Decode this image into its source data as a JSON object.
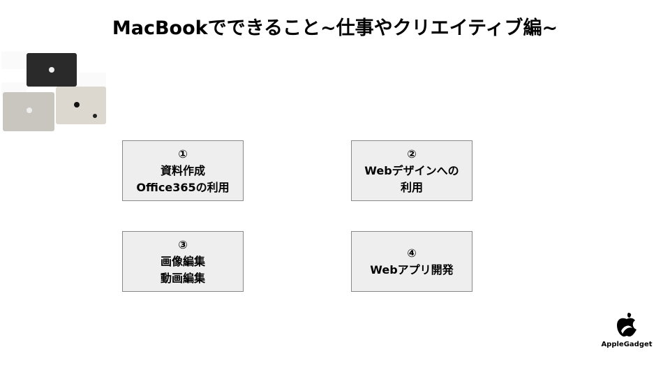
{
  "slide": {
    "title": "MacBookでできること~仕事やクリエイティブ編~"
  },
  "boxes": [
    {
      "lines": [
        "①",
        "資料作成",
        "Office365の利用"
      ]
    },
    {
      "lines": [
        "②",
        "Webデザインへの",
        "利用"
      ]
    },
    {
      "lines": [
        "③",
        "画像編集",
        "動画編集"
      ]
    },
    {
      "lines": [
        "④",
        "Webアプリ開発"
      ]
    }
  ],
  "logo": {
    "text": "AppleGadget"
  },
  "colors": {
    "box_fill": "#eeeeee",
    "box_border": "#888888"
  }
}
